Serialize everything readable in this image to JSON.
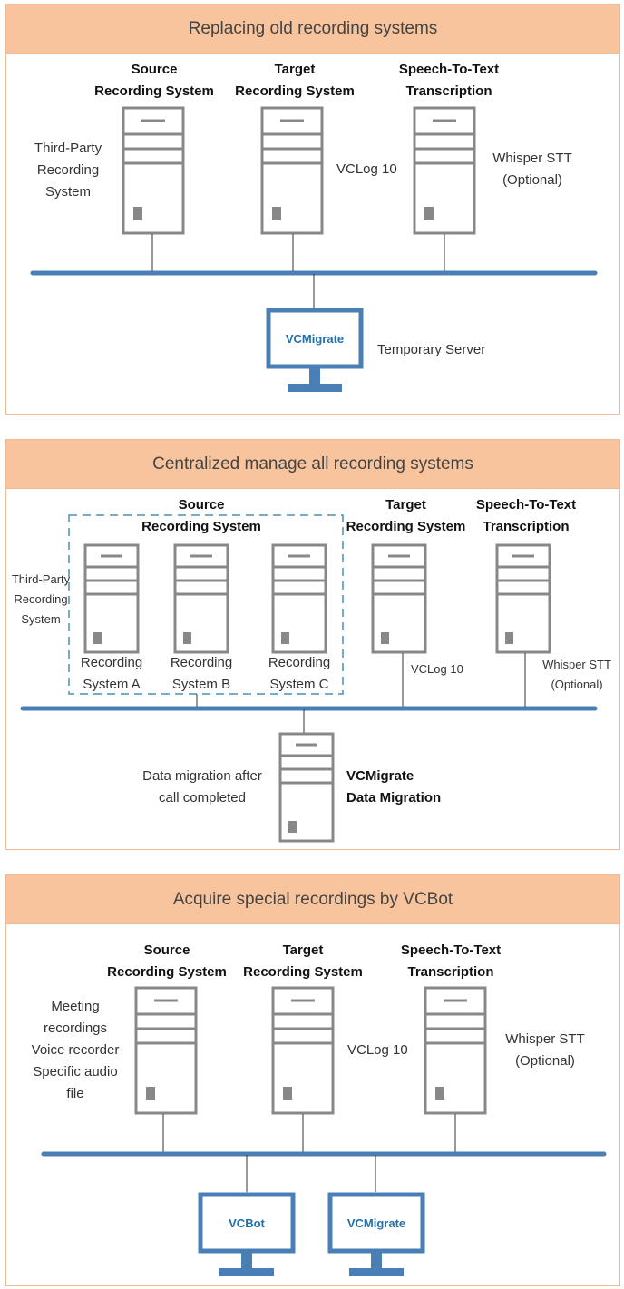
{
  "colors": {
    "header_bg": "#f8c49d",
    "panel_border": "#f2b88f",
    "server_stroke": "#888888",
    "bus_blue": "#4a7fb5",
    "monitor_blue": "#4a7fb5",
    "label_blue": "#1f6fae"
  },
  "panel1": {
    "title": "Replacing old recording systems",
    "source_heading_1": "Source",
    "source_heading_2": "Recording System",
    "target_heading_1": "Target",
    "target_heading_2": "Recording System",
    "stt_heading_1": "Speech-To-Text",
    "stt_heading_2": "Transcription",
    "source_note_1": "Third-Party",
    "source_note_2": "Recording",
    "source_note_3": "System",
    "target_note": "VCLog 10",
    "stt_note_1": "Whisper STT",
    "stt_note_2": "(Optional)",
    "monitor_label": "VCMigrate",
    "monitor_note": "Temporary Server"
  },
  "panel2": {
    "title": "Centralized manage all recording systems",
    "source_heading_1": "Source",
    "source_heading_2": "Recording System",
    "target_heading_1": "Target",
    "target_heading_2": "Recording System",
    "stt_heading_1": "Speech-To-Text",
    "stt_heading_2": "Transcription",
    "third_party_1": "Third-Party",
    "third_party_2": "Recording",
    "third_party_3": "System",
    "system_a_1": "Recording",
    "system_a_2": "System A",
    "system_b_1": "Recording",
    "system_b_2": "System B",
    "system_c_1": "Recording",
    "system_c_2": "System C",
    "target_note": "VCLog 10",
    "stt_note_1": "Whisper STT",
    "stt_note_2": "(Optional)",
    "migration_note_1": "Data migration after",
    "migration_note_2": "call completed",
    "migration_label_1": "VCMigrate",
    "migration_label_2": "Data Migration"
  },
  "panel3": {
    "title": "Acquire special recordings by VCBot",
    "source_heading_1": "Source",
    "source_heading_2": "Recording System",
    "target_heading_1": "Target",
    "target_heading_2": "Recording System",
    "stt_heading_1": "Speech-To-Text",
    "stt_heading_2": "Transcription",
    "source_note_1": "Meeting",
    "source_note_2": "recordings",
    "source_note_3": "Voice recorder",
    "source_note_4": "Specific audio",
    "source_note_5": "file",
    "target_note": "VCLog 10",
    "stt_note_1": "Whisper STT",
    "stt_note_2": "(Optional)",
    "monitor1_label": "VCBot",
    "monitor2_label": "VCMigrate"
  }
}
